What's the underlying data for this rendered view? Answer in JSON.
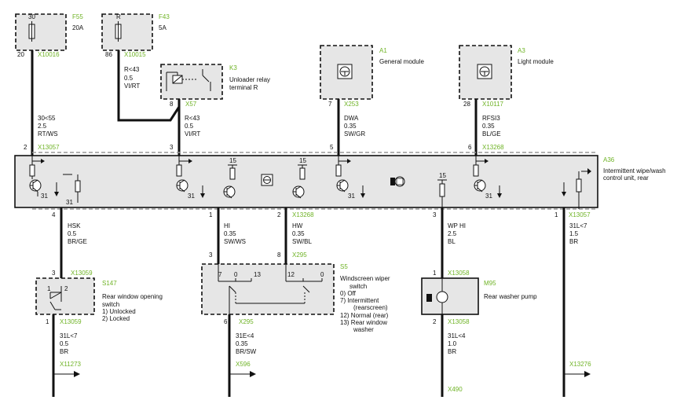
{
  "fuses": [
    {
      "id": "F55",
      "rating": "20A",
      "pin_top": "30",
      "pin_bottom": "20",
      "connector": "X10016"
    },
    {
      "id": "F43",
      "rating": "5A",
      "pin_top": "R",
      "pin_bottom": "86",
      "connector": "X10015"
    }
  ],
  "relay": {
    "id": "K3",
    "name_l1": "Unloader relay",
    "name_l2": "terminal R",
    "pin": "8",
    "connector": "X57"
  },
  "modules": [
    {
      "id": "A1",
      "name": "General module",
      "pin": "7",
      "connector": "X253"
    },
    {
      "id": "A3",
      "name": "Light module",
      "pin": "28",
      "connector": "X10117"
    }
  ],
  "wires_top": [
    {
      "l1": "30<55",
      "l2": "2.5",
      "l3": "RT/WS"
    },
    {
      "l1": "R<43",
      "l2": "0.5",
      "l3": "VI/RT"
    },
    {
      "l1": "R<43",
      "l2": "0.5",
      "l3": "VI/RT"
    },
    {
      "l1": "DWA",
      "l2": "0.35",
      "l3": "SW/GR"
    },
    {
      "l1": "RFSI3",
      "l2": "0.35",
      "l3": "BL/GE"
    }
  ],
  "control_unit": {
    "id": "A36",
    "name_l1": "Intermittent wipe/wash",
    "name_l2": "control unit, rear",
    "top_pins": [
      {
        "pin": "2",
        "connector": "X13057"
      },
      {
        "pin": "3",
        "connector": ""
      },
      {
        "pin": "5",
        "connector": ""
      },
      {
        "pin": "6",
        "connector": "X13268"
      }
    ],
    "bottom_pins": [
      {
        "pin": "4",
        "connector": ""
      },
      {
        "pin": "1",
        "connector": ""
      },
      {
        "pin": "2",
        "connector": "X13268"
      },
      {
        "pin": "3",
        "connector": ""
      },
      {
        "pin": "1",
        "connector": "X13057"
      }
    ],
    "internal_labels": {
      "ground": "31",
      "supply": "15"
    }
  },
  "wires_mid": [
    {
      "l1": "HSK",
      "l2": "0.5",
      "l3": "BR/GE"
    },
    {
      "l1": "HI",
      "l2": "0.35",
      "l3": "SW/WS"
    },
    {
      "l1": "HW",
      "l2": "0.35",
      "l3": "SW/BL"
    },
    {
      "l1": "WP HI",
      "l2": "2.5",
      "l3": "BL"
    },
    {
      "l1": "31L<7",
      "l2": "1.5",
      "l3": "BR"
    }
  ],
  "s147": {
    "id": "S147",
    "name_l1": "Rear window opening",
    "name_l2": "switch",
    "pos1": "1) Unlocked",
    "pos2": "2) Locked",
    "pin_top": "3",
    "conn_top": "X13059",
    "pin_bottom": "1",
    "conn_bottom": "X13059",
    "contact_a": "1",
    "contact_b": "2"
  },
  "s5": {
    "id": "S5",
    "name_l1": "Windscreen wiper",
    "name_l2": "switch",
    "pos0": "0) Off",
    "pos7a": "7) Intermittent",
    "pos7b": "(rearscreen)",
    "pos12": "12) Normal (rear)",
    "pos13a": "13) Rear window",
    "pos13b": "washer",
    "pin_tl": "3",
    "pin_tr": "8",
    "conn_top": "X295",
    "pin_bottom": "6",
    "conn_bottom": "X295",
    "c7": "7",
    "c0a": "0",
    "c13": "13",
    "c12": "12",
    "c0b": "0"
  },
  "m95": {
    "id": "M95",
    "name": "Rear washer pump",
    "pin_top": "1",
    "conn_top": "X13058",
    "pin_bottom": "2",
    "conn_bottom": "X13058"
  },
  "wires_bottom": [
    {
      "l1": "31L<7",
      "l2": "0.5",
      "l3": "BR"
    },
    {
      "l1": "31E<4",
      "l2": "0.35",
      "l3": "BR/SW"
    },
    {
      "l1": "31L<4",
      "l2": "1.0",
      "l3": "BR"
    }
  ],
  "ends": [
    {
      "connector": "X11273"
    },
    {
      "connector": "X596"
    },
    {
      "connector": "X490"
    },
    {
      "connector": "X13276"
    }
  ],
  "colors": {
    "connector_label": "#6fb326",
    "box_fill": "#e6e6e6",
    "wire": "#111111"
  }
}
